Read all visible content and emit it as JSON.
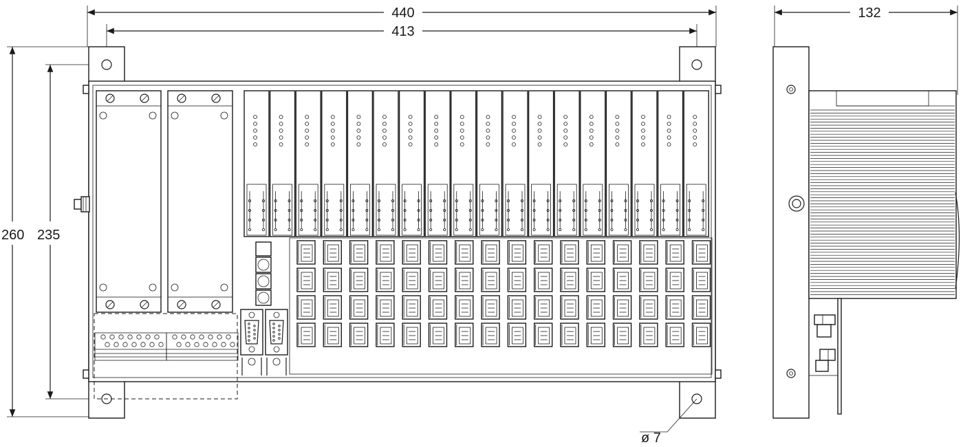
{
  "dimensions": {
    "overall_width": "440",
    "hole_spacing_width": "413",
    "overall_height": "260",
    "hole_spacing_height": "235",
    "side_depth": "132",
    "hole_diameter": "ø 7"
  },
  "front_view": {
    "module_count": 18,
    "connector_rows": 4,
    "connector_columns": 16
  },
  "colors": {
    "line": "#1a1a1a",
    "background": "#ffffff"
  }
}
